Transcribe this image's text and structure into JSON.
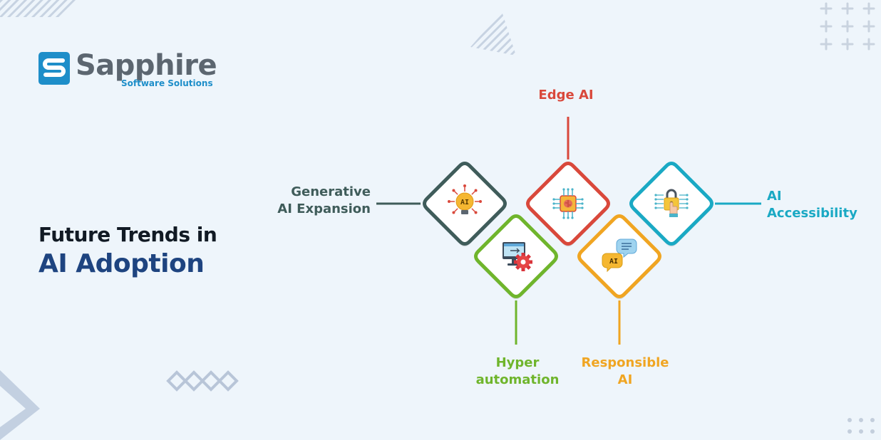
{
  "brand": {
    "name": "Sapphire",
    "tagline": "Software Solutions",
    "primary_color": "#5c6670",
    "accent_color": "#1e8ec9"
  },
  "heading": {
    "line1": "Future Trends in",
    "line2": "AI Adoption",
    "line2_color": "#1e4480"
  },
  "trends": [
    {
      "id": "generative",
      "lines": [
        "Generative",
        "AI Expansion"
      ],
      "color": "#3f5c5a",
      "icon": "ai-lightbulb-icon",
      "icon_text": "AI"
    },
    {
      "id": "edge",
      "lines": [
        "Edge AI"
      ],
      "color": "#d9483b",
      "icon": "chip-brain-icon"
    },
    {
      "id": "accessibility",
      "lines": [
        "AI",
        "Accessibility"
      ],
      "color": "#1aa9c4",
      "icon": "lock-hand-icon"
    },
    {
      "id": "hyper",
      "lines": [
        "Hyper",
        "automation"
      ],
      "color": "#6fb52c",
      "icon": "monitor-gear-icon"
    },
    {
      "id": "responsible",
      "lines": [
        "Responsible",
        "AI"
      ],
      "color": "#f0a522",
      "icon": "ai-chat-icon",
      "icon_text": "AI"
    }
  ]
}
